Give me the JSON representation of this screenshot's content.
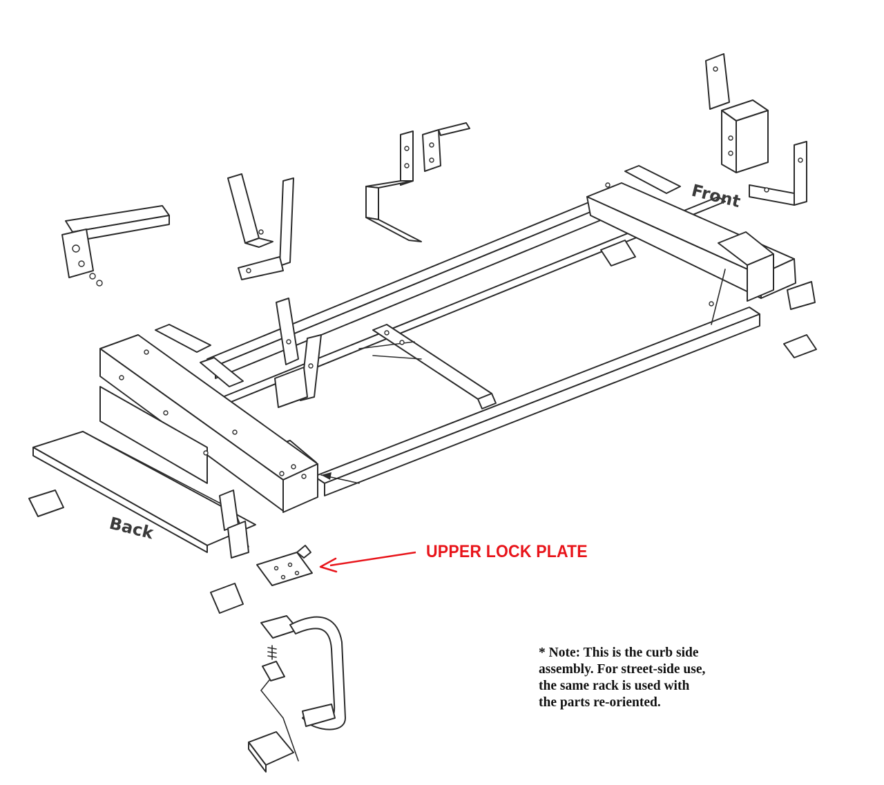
{
  "labels": {
    "front": "Front",
    "back": "Back"
  },
  "callout": {
    "text": "UPPER LOCK PLATE",
    "color": "#e8141a"
  },
  "note": {
    "lines": [
      "* Note: This is the curb side",
      "assembly. For street-side use,",
      "the same rack is used with",
      "the parts re-oriented."
    ]
  }
}
